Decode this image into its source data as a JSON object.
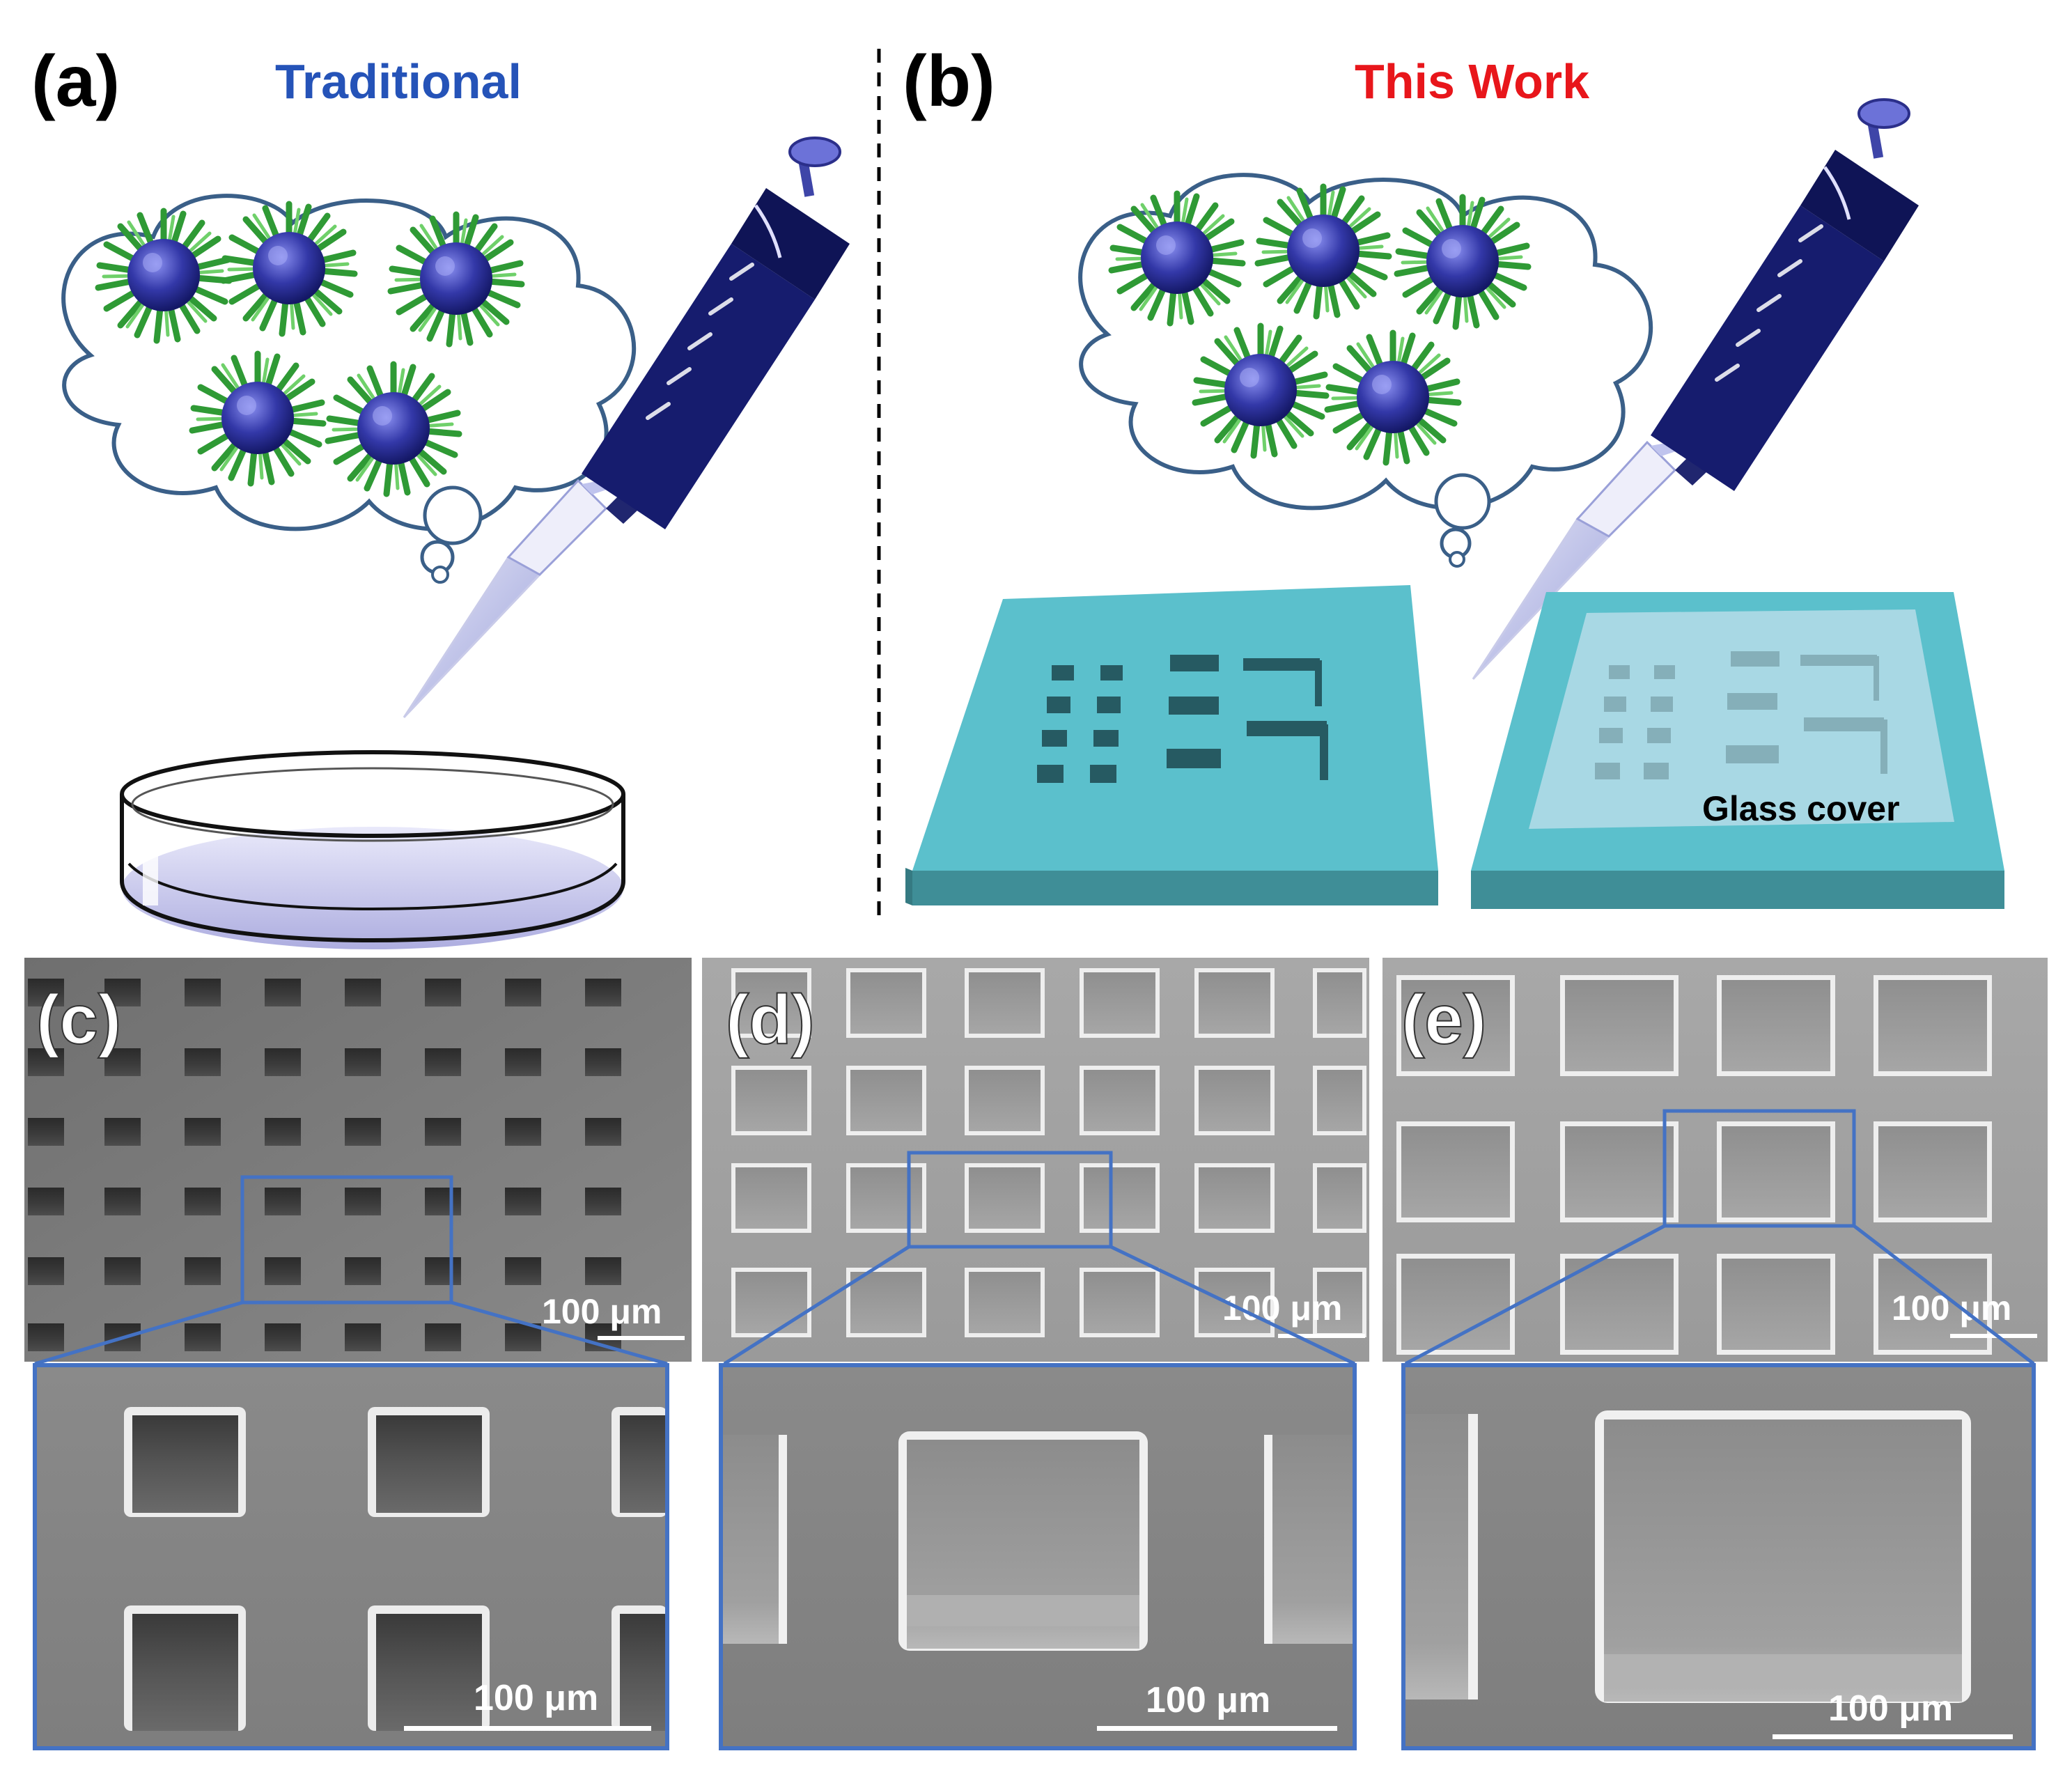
{
  "panels": {
    "a": {
      "letter": "(a)",
      "title": "Traditional",
      "title_color": "#2553b8"
    },
    "b": {
      "letter": "(b)",
      "title": "This Work",
      "title_color": "#e8161b",
      "glass_label": "Glass cover"
    },
    "c": {
      "letter": "(c)",
      "scale": "100 μm",
      "zoom_scale": "100 μm"
    },
    "d": {
      "letter": "(d)",
      "scale": "100 μm",
      "zoom_scale": "100 μm"
    },
    "e": {
      "letter": "(e)",
      "scale": "100 μm",
      "zoom_scale": "100 μm"
    }
  },
  "colors": {
    "pipette": "#141a6b",
    "cloud_outline": "#3a5f88",
    "micelle_core": "#3338a8",
    "micelle_strands": "#3aa53a",
    "chip_top": "#5bc0cc",
    "chip_side": "#3f8e97",
    "glass": "#a8d8e4",
    "sem_bg": "#7d7d7d",
    "inset_frame": "#4472c4",
    "dish_liquid": "#c8c8ee"
  }
}
